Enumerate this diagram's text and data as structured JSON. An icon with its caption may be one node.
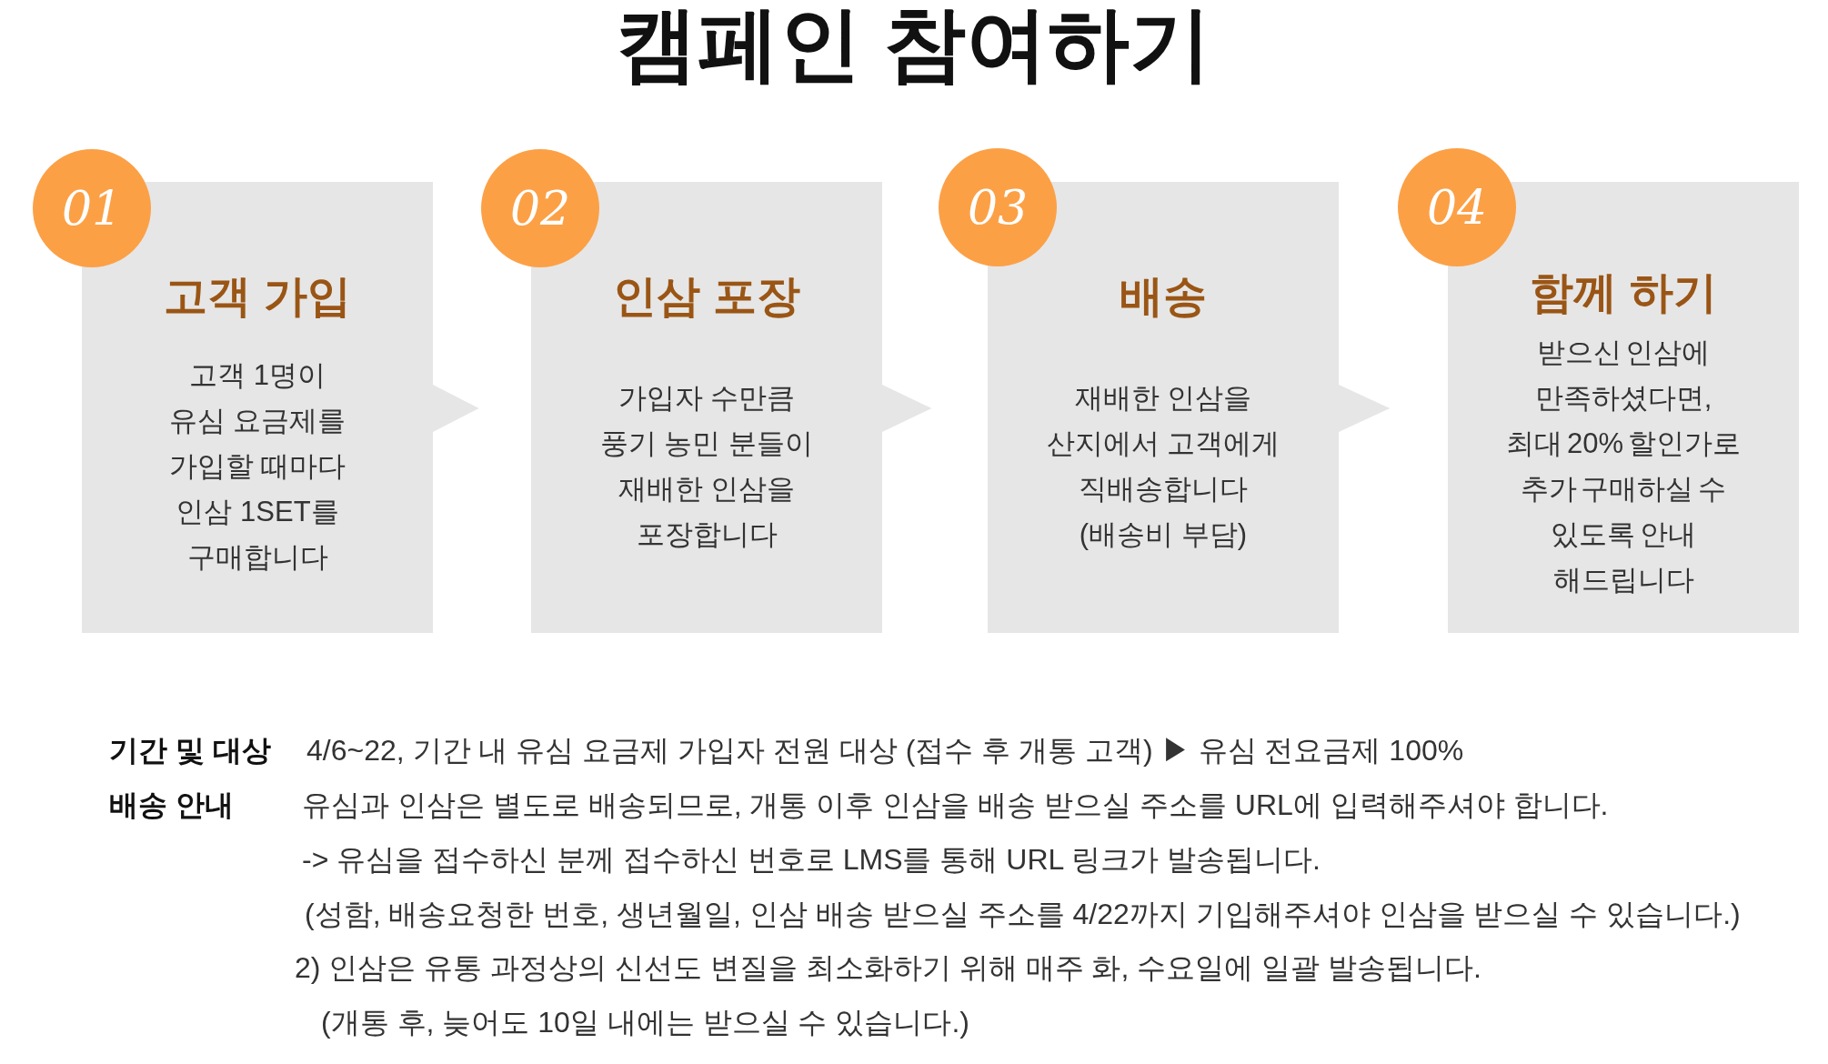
{
  "diagram": {
    "title": "캠페인 참여하기",
    "nodes": [
      {
        "text": [
          "01"
        ]
      },
      {
        "text": [
          "고객 가입",
          "고객 1명이 유심 요금제를 가입할 때마다 인삼 1SET를 구매합니다"
        ]
      },
      {
        "text": [
          "02"
        ]
      },
      {
        "text": [
          "인삼 포장",
          "가입자 수만큼 풍기 농민 분들이 재배한 인삼을 포장합니다"
        ]
      },
      {
        "text": [
          "03"
        ]
      },
      {
        "text": [
          "배송",
          "재배한 인삼을 산지에서 고객에게 직배송합니다 (배송비 부담)"
        ]
      },
      {
        "text": [
          "04"
        ]
      },
      {
        "text": [
          "함께 하기",
          "받으신 인삼에 만족하셨다면, 최대 20% 할인가로 추가 구매하실 수 있도록 안내 해드립니다"
        ]
      }
    ],
    "edges": [
      {
        "from": 1,
        "to": 3,
        "arrow": "to"
      },
      {
        "from": 3,
        "to": 5,
        "arrow": "to"
      },
      {
        "from": 5,
        "to": 7,
        "arrow": "to"
      }
    ],
    "labels": [
      "기간 및 대상",
      "4/6~22, 기간 내 유심 요금제 가입자 전원 대상 (접수 후 개통 고객) ▶ 유심 전요금제 100%",
      "배송 안내",
      "유심과 인삼은 별도로 배송되므로, 개통 이후 인삼을 배송 받으실 주소를 URL에 입력해주셔야 합니다.",
      "-> 유심을 접수하신 분께 접수하신 번호로 LMS를 통해 URL 링크가 발송됩니다.",
      "(성함, 배송요청한 번호, 생년월일, 인삼 배송 받으실 주소를 4/22까지 기입해주셔야 인삼을 받으실 수 있습니다.)",
      "2) 인삼은 유통 과정상의 신선도 변질을 최소화하기 위해 매주 화, 수요일에 일괄 발송됩니다.",
      "(개통 후, 늦어도 10일 내에는 받으실 수 있습니다.)"
    ]
  }
}
